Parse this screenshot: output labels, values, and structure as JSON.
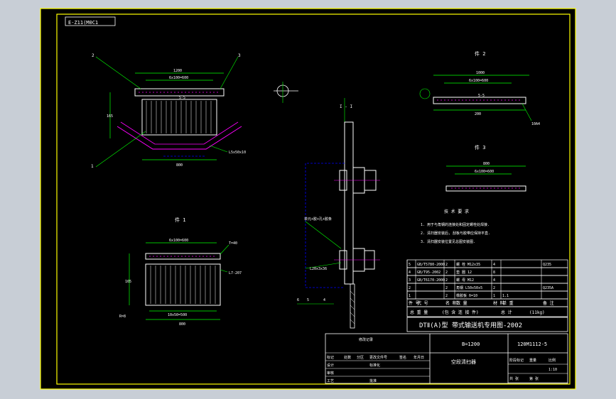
{
  "colors": {
    "background": "#c8ced6",
    "canvas": "#000000",
    "frame": "#ffff00",
    "line": "#ffffff",
    "dim": "#00ff00",
    "hidden": "#0000ff",
    "accent": "#ff00ff",
    "text": "#ffffff"
  },
  "drawing": {
    "tag": "E-Z11(M0C1",
    "views": {
      "piece2": "件 2",
      "piece3": "件 3",
      "piece1": "件 1",
      "section": "I - I"
    },
    "balloons": [
      "1",
      "2",
      "3",
      "4",
      "5",
      "6"
    ],
    "dims": {
      "main_top": "1200",
      "main_inner": "6x100=600",
      "main_bottom": "800",
      "main_height": "165",
      "main_mark": "5-5",
      "p2_top": "1000",
      "p2_inner": "6x100=600",
      "p2_mark": "5-5",
      "p2_bottom": "200",
      "p3_top": "800",
      "p3_inner": "6x100=600",
      "p1_top": "6x100=600",
      "p1_bottom_inner": "10x50=500",
      "p1_bottom": "800",
      "p1_height": "165"
    },
    "callouts": {
      "main_right": "L5x50x10",
      "p1_top_right": "T=40",
      "p1_right": "L7-207",
      "p1_left": "R=8",
      "section_upper": "单元+胶+孔+胶条",
      "section_lower": "L20x3x36",
      "p2_right": "10A4"
    },
    "notes_title": "技 术 要 求",
    "notes": [
      "1. 用于与角钢的连接处和固定螺栓处焊接.",
      "2. 清扫器安装后, 刮板与胶带应保持平直.",
      "3. 清扫器安装位置见总图安装图."
    ],
    "bom_rows": [
      [
        "5",
        "GB/T5780-2000",
        "2",
        "螺 栓 M12x35",
        "4",
        "",
        "Q235"
      ],
      [
        "4",
        "GB/T95-2002",
        "2",
        "垫 圈 12",
        "8",
        "",
        ""
      ],
      [
        "3",
        "GB/T6170-2000",
        "2",
        "螺 母 M12",
        "4",
        "",
        ""
      ],
      [
        "2",
        "",
        "2",
        "角钢 L50x50x5",
        "2",
        "",
        "Q235A"
      ],
      [
        "1",
        "",
        "2",
        "橡胶板 δ=10",
        "1",
        "1.1",
        ""
      ]
    ],
    "bom_header": [
      "件 号",
      "代 号",
      "名 称",
      "数 量",
      "材 料",
      "单 重",
      "备 注"
    ],
    "title_strip": [
      "总 重 量",
      "(包 含 连 接 件)",
      "总 计",
      "(11kg)"
    ],
    "title_main": "DTⅡ(A)型 带式输送机专用图-2002",
    "spec_width": "B=1200",
    "drawing_no": "120M1112-5",
    "part_name": "空段清扫器",
    "revision_title": "修改记录",
    "revision_rows": [
      [
        "标记",
        "处数",
        "分区",
        "更改文件号",
        "签名",
        "年月日"
      ],
      [
        "设计",
        "",
        "",
        "标准化",
        "",
        ""
      ],
      [
        "审核",
        "",
        "",
        "",
        "",
        ""
      ],
      [
        "工艺",
        "",
        "",
        "批准",
        "",
        ""
      ]
    ],
    "meta_rows": [
      [
        "阶段标记",
        "重量",
        "比例"
      ],
      [
        "",
        "",
        "1:10"
      ],
      [
        "共 张",
        "第 张",
        ""
      ]
    ]
  }
}
